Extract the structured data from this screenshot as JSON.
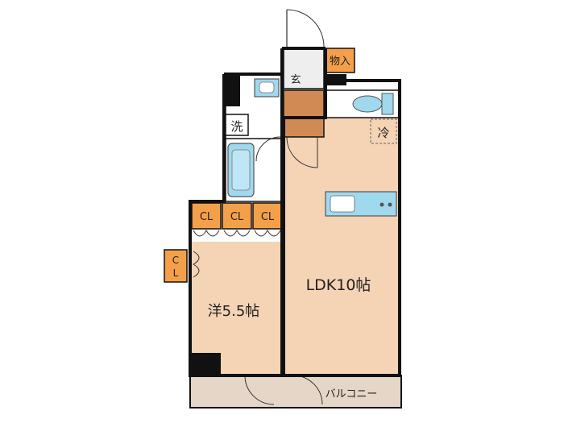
{
  "plan": {
    "rooms": {
      "ldk": "LDK10帖",
      "western": "洋5.5帖",
      "entrance": "玄",
      "storage": "物入",
      "laundry": "洗",
      "fridge": "冷",
      "balcony": "バルコニー"
    },
    "closets": {
      "cl1": "CL",
      "cl2": "CL",
      "cl3": "CL",
      "side_top": "C",
      "side_bottom": "L"
    }
  },
  "colors": {
    "wall": "#111111",
    "floor": "#f5d3b5",
    "balcony": "#e6d6c8",
    "wet_area": "#9fd9ee",
    "closet": "#f4a04a",
    "genkan": "#d28a55",
    "entrance_floor": "#eeeeee"
  }
}
